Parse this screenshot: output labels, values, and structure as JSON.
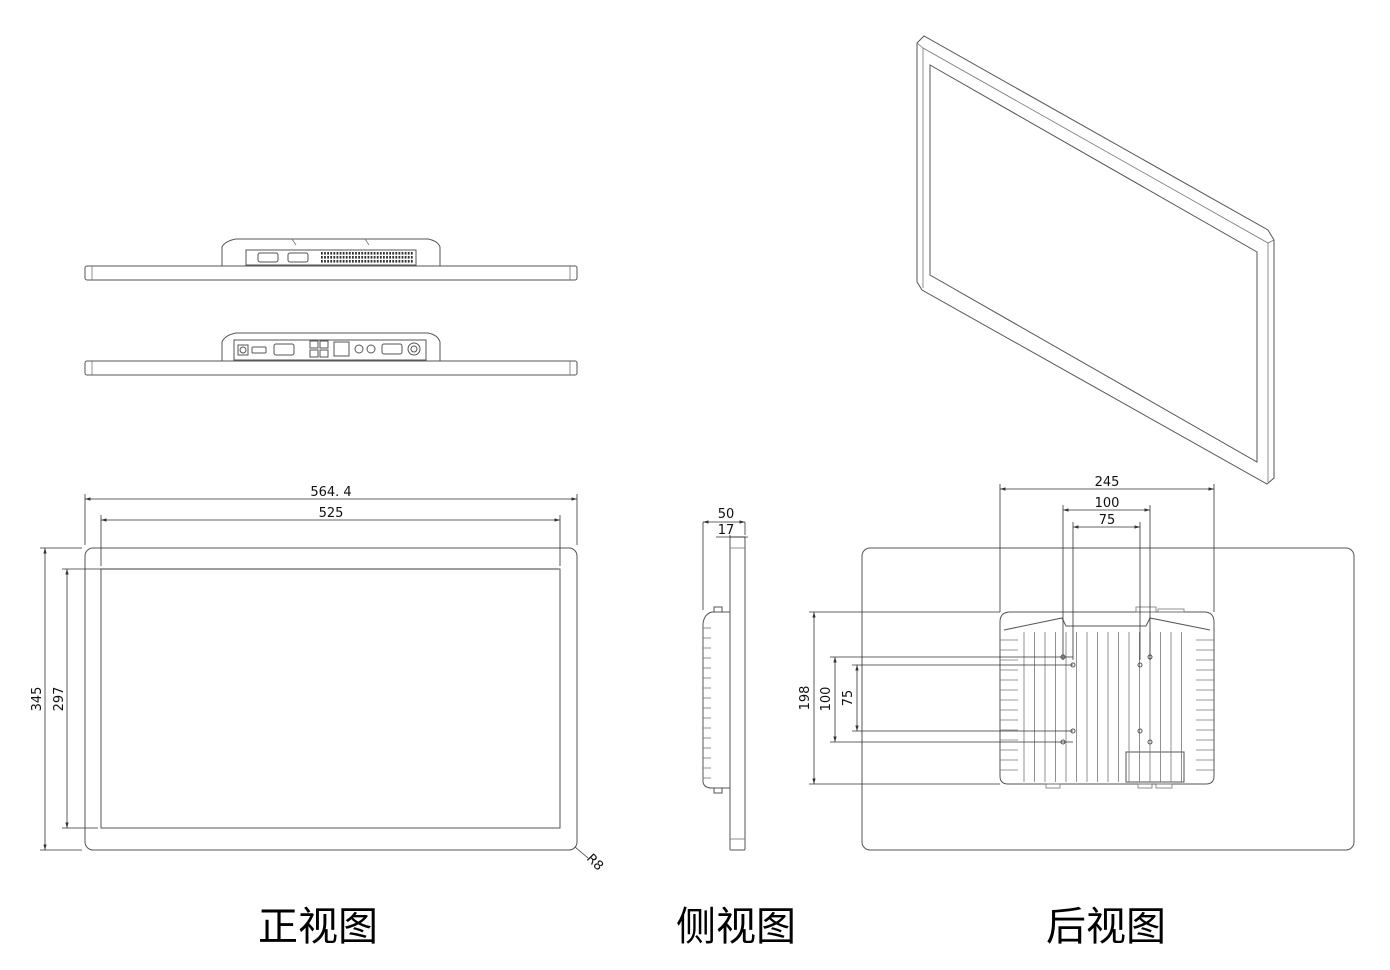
{
  "views": {
    "front": {
      "caption": "正视图",
      "dim_width_outer": "564. 4",
      "dim_width_inner": "525",
      "dim_height_outer": "345",
      "dim_height_inner": "297",
      "corner_radius": "R8"
    },
    "side": {
      "caption": "侧视图",
      "dim_depth": "50",
      "dim_panel": "17"
    },
    "rear": {
      "caption": "后视图",
      "dim_width": "245",
      "dim_vesa_100_h": "100",
      "dim_vesa_75_h": "75",
      "dim_height": "198",
      "dim_vesa_100_v": "100",
      "dim_vesa_75_v": "75"
    }
  },
  "icons": [
    "top-view-outline",
    "bottom-io-view-outline",
    "isometric-view-outline",
    "side-view-outline",
    "rear-heatsink-outline"
  ]
}
